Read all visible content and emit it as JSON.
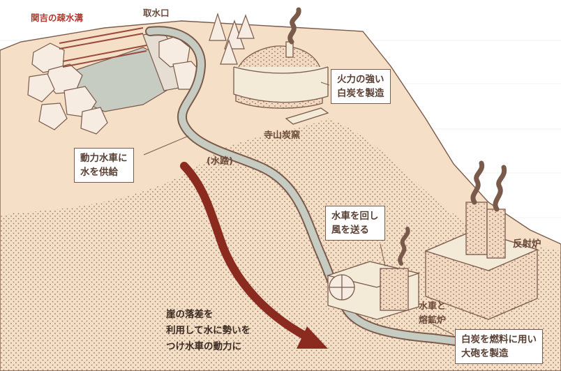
{
  "title": "関吉の疎水溝",
  "labels": {
    "intake": "取水口",
    "kiln": "寺山炭窯",
    "waterway": "(水路)",
    "furnace": "反射炉",
    "waterwheel_furnace_1": "水車と",
    "waterwheel_furnace_2": "熔鉱炉"
  },
  "callouts": {
    "charcoal": [
      "火力の強い",
      "白炭を製造"
    ],
    "power": [
      "動力水車に",
      "水を供給"
    ],
    "wheel": [
      "水車を回し",
      "風を送る"
    ],
    "cannon": [
      "白炭を燃料に用い",
      "大砲を製造"
    ]
  },
  "arrow_text": [
    "崖の落差を",
    "利用して水に勢いを",
    "つけ水車の動力に"
  ],
  "colors": {
    "ground": "#f6dfc7",
    "outline": "#7a5a4a",
    "water": "#c7ccc3",
    "arrow": "#8b2a1f",
    "title": "#b03a30"
  }
}
